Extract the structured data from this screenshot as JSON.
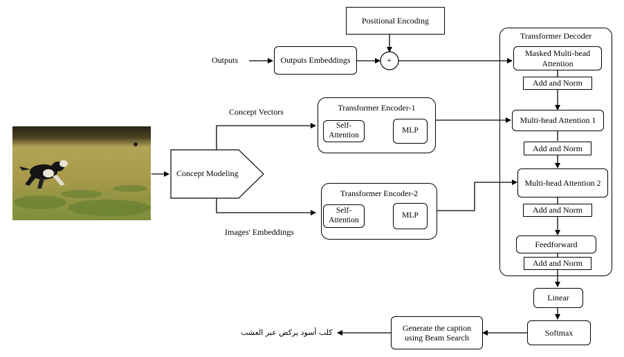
{
  "nodes": {
    "positional_encoding": "Positional Encoding",
    "outputs_label": "Outputs",
    "outputs_embeddings": "Outputs Embeddings",
    "plus_symbol": "+",
    "concept_vectors_label": "Concept Vectors",
    "images_embeddings_label": "Images' Embeddings",
    "concept_modeling": "Concept Modeling",
    "encoder1_title": "Transformer Encoder-1",
    "encoder1_self_attention_line1": "Self-",
    "encoder1_self_attention_line2": "Attention",
    "encoder1_mlp": "MLP",
    "encoder2_title": "Transformer Encoder-2",
    "encoder2_self_attention_line1": "Self-",
    "encoder2_self_attention_line2": "Attention",
    "encoder2_mlp": "MLP",
    "decoder_title": "Transformer Decoder",
    "masked_mha_line1": "Masked Multi-head",
    "masked_mha_line2": "Attention",
    "add_norm_1": "Add and Norm",
    "mha1": "Multi-head Attention 1",
    "add_norm_2": "Add and Norm",
    "mha2": "Multi-head Attention 2",
    "add_norm_3": "Add and Norm",
    "feedforward": "Feedforward",
    "add_norm_4": "Add and Norm",
    "linear": "Linear",
    "softmax": "Softmax",
    "caption_gen_line1": "Generate the caption",
    "caption_gen_line2": "using Beam Search",
    "output_caption_arabic": "كلب أسود يركض عبر العشب"
  },
  "colors": {
    "stroke": "#000000",
    "photo_sky": "#2a2414",
    "photo_field": "#a89a4a",
    "photo_grass": "#6f8a3a"
  }
}
